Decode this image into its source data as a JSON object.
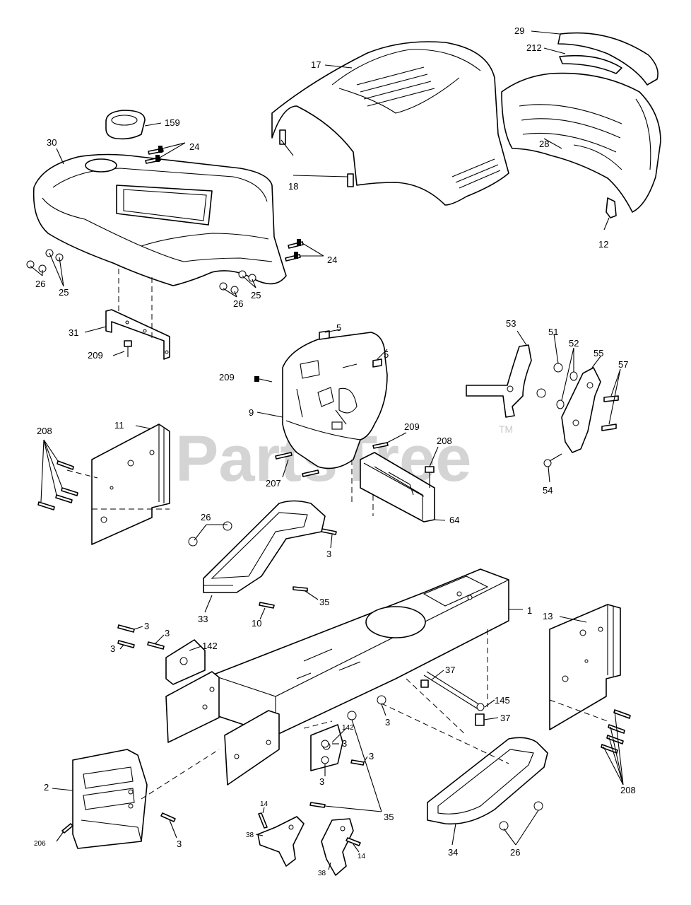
{
  "watermark": {
    "text": "PartsTree",
    "mark": "TM"
  },
  "labels": {
    "l29": "29",
    "l212": "212",
    "l17": "17",
    "l159": "159",
    "l30": "30",
    "l24a": "24",
    "l24b": "24",
    "l18": "18",
    "l28": "28",
    "l12": "12",
    "l25a": "25",
    "l26a": "26",
    "l25b": "25",
    "l26b": "26",
    "l31": "31",
    "l209a": "209",
    "l5a": "5",
    "l5b": "5",
    "l209b": "209",
    "l9": "9",
    "l53": "53",
    "l51": "51",
    "l52": "52",
    "l55": "55",
    "l57": "57",
    "l54": "54",
    "l208a": "208",
    "l11": "11",
    "l209c": "209",
    "l208b": "208",
    "l207": "207",
    "l64": "64",
    "l26c": "26",
    "l3a": "3",
    "l35a": "35",
    "l33": "33",
    "l10": "10",
    "l1": "1",
    "l13": "13",
    "l3b": "3",
    "l3c": "3",
    "l3d": "3",
    "l142a": "142",
    "l37a": "37",
    "l145": "145",
    "l37b": "37",
    "l3e": "3",
    "l142b": "142",
    "l3f": "3",
    "l3g": "3",
    "l3h": "3",
    "l208c": "208",
    "l2": "2",
    "l14a": "14",
    "l35b": "35",
    "l38a": "38",
    "l206": "206",
    "l3i": "3",
    "l14b": "14",
    "l38b": "38",
    "l34": "34",
    "l26d": "26"
  }
}
